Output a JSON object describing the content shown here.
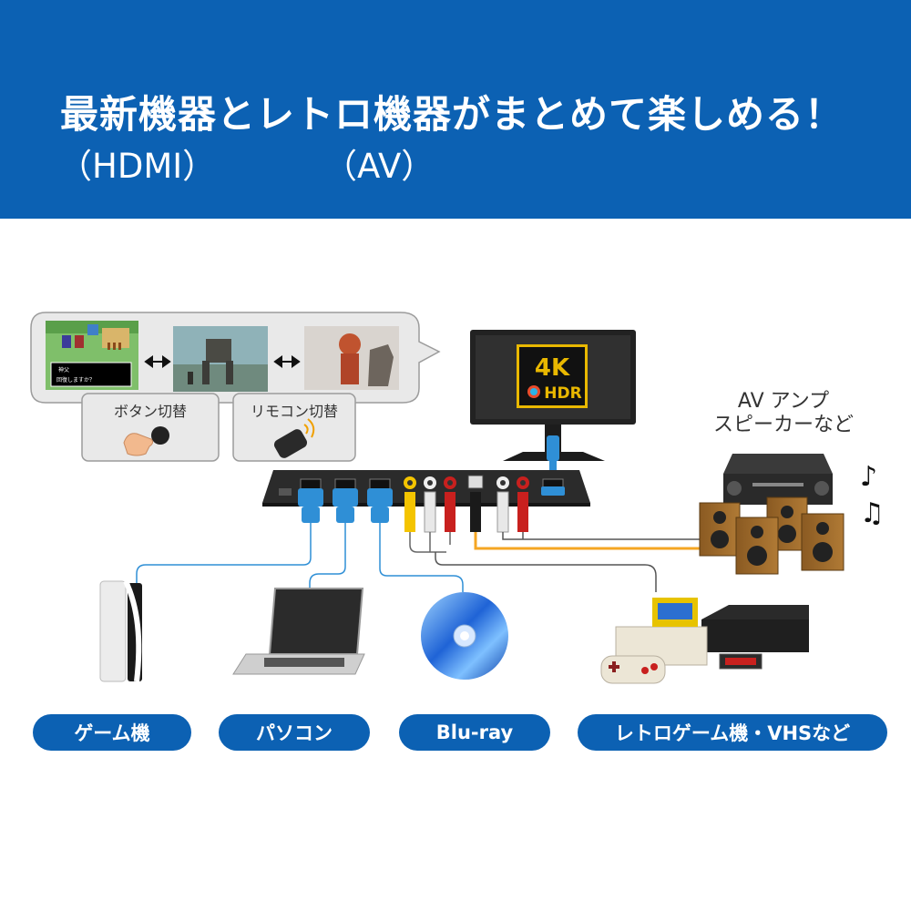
{
  "header": {
    "headline": "最新機器とレトロ機器がまとめて楽しめる！",
    "sub_hdmi": "（HDMI）",
    "sub_av": "（AV）"
  },
  "switching": {
    "button_label": "ボタン切替",
    "remote_label": "リモコン切替",
    "dialog_text": "回復しますか？",
    "dialog_name": "神父"
  },
  "monitor": {
    "badge_4k": "4K",
    "badge_hdr": "HDR"
  },
  "audio": {
    "label_line1": "AV アンプ",
    "label_line2": "スピーカーなど",
    "note1": "♪",
    "note2": "♫"
  },
  "devices": {
    "game": "ゲーム機",
    "pc": "パソコン",
    "bluray": "Blu-ray",
    "retro": "レトロゲーム機・VHSなど"
  },
  "colors": {
    "brand_blue": "#0c61b3",
    "cable_blue": "#2f8fd6",
    "cable_orange": "#f5a623",
    "rca_yellow": "#f4c400",
    "rca_red": "#c8201e"
  }
}
